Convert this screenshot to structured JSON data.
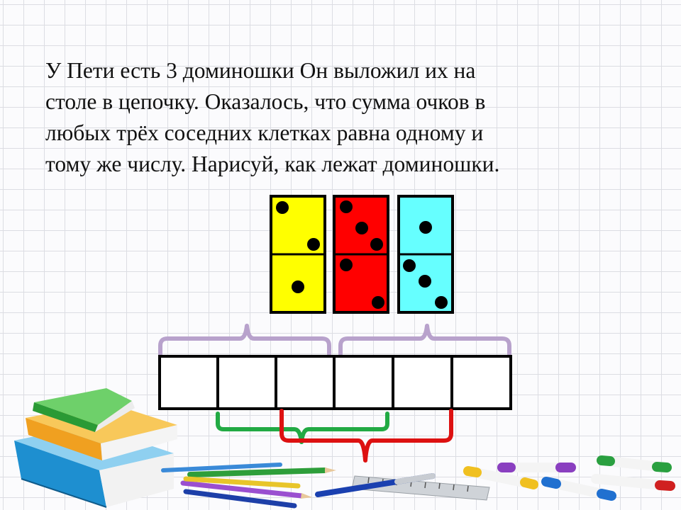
{
  "task": {
    "lines": [
      "У Пети есть 3 доминошки  Он выложил их на",
      "столе в цепочку. Оказалось, что сумма очков в",
      "любых трёх соседних клетках равна одному и",
      "тому же числу. Нарисуй, как лежат доминошки."
    ]
  },
  "dominoes": [
    {
      "color": "#ffff00",
      "top_pips": 2,
      "bottom_pips": 1
    },
    {
      "color": "#ff0000",
      "top_pips": 3,
      "bottom_pips": 2
    },
    {
      "color": "#66ffff",
      "top_pips": 1,
      "bottom_pips": 3
    }
  ],
  "chain": {
    "cells": 6
  },
  "colors": {
    "grid": "#dcdde3",
    "brace_top": "#b8a2cc",
    "brace_green": "#22aa44",
    "brace_red": "#dd1111"
  }
}
